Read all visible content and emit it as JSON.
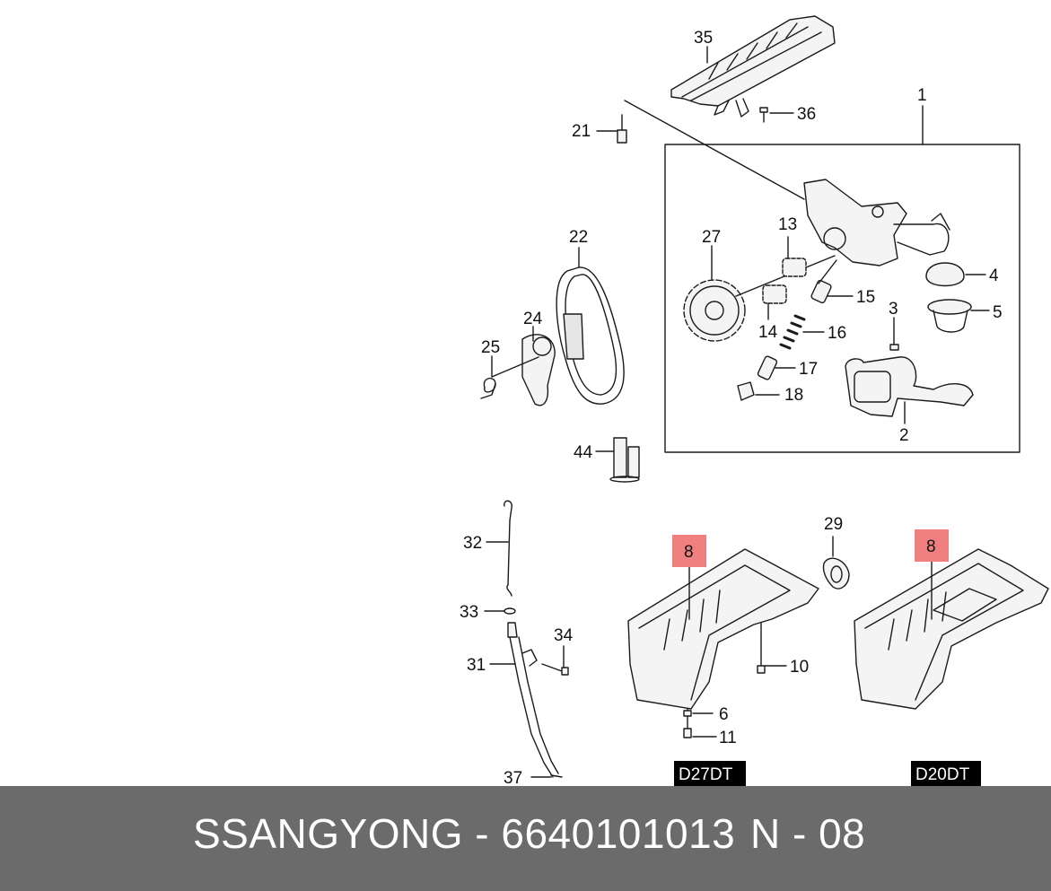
{
  "diagram": {
    "callouts": {
      "c35": "35",
      "c36": "36",
      "c21": "21",
      "c1": "1",
      "c22": "22",
      "c27": "27",
      "c13": "13",
      "c4": "4",
      "c15": "15",
      "c5": "5",
      "c3": "3",
      "c24": "24",
      "c25": "25",
      "c14": "14",
      "c16": "16",
      "c17": "17",
      "c18": "18",
      "c2": "2",
      "c44": "44",
      "c29": "29",
      "c32": "32",
      "c8a": "8",
      "c8b": "8",
      "c33": "33",
      "c34": "34",
      "c10": "10",
      "c31": "31",
      "c6": "6",
      "c11": "11",
      "c37": "37"
    },
    "engine_labels": {
      "left": "D27DT",
      "right": "D20DT"
    },
    "highlight_color": "#f08080"
  },
  "footer": {
    "part_text": "SSANGYONG - 6640101013",
    "page_text": "N - 08",
    "background": "#6b6b6b"
  }
}
